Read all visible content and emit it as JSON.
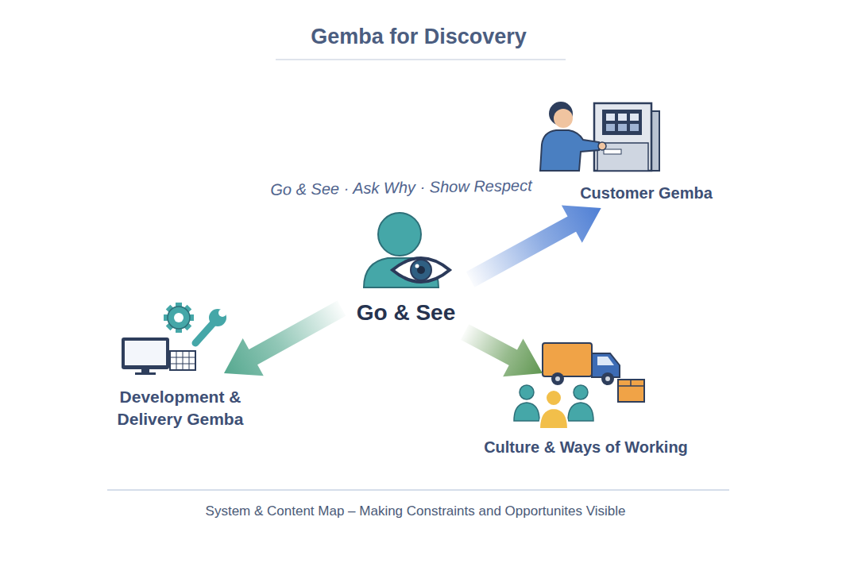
{
  "diagram": {
    "title": "Gemba for Discovery",
    "caption": "System & Content Map – Making Constraints and Opportunites Visible",
    "nodes": [
      {
        "text": [
          "Go & See"
        ]
      },
      {
        "text": [
          "Customer Gemba"
        ]
      },
      {
        "text": [
          "Development & Delivery Gemba"
        ]
      },
      {
        "text": [
          "Culture & Ways of Working"
        ]
      }
    ],
    "edges": [
      {
        "from": 0,
        "to": 1,
        "arrow": "to"
      },
      {
        "from": 0,
        "to": 2,
        "arrow": "to"
      },
      {
        "from": 0,
        "to": 3,
        "arrow": "to"
      }
    ],
    "labels": [
      "Go & See · Ask Why · Show Respect"
    ]
  }
}
